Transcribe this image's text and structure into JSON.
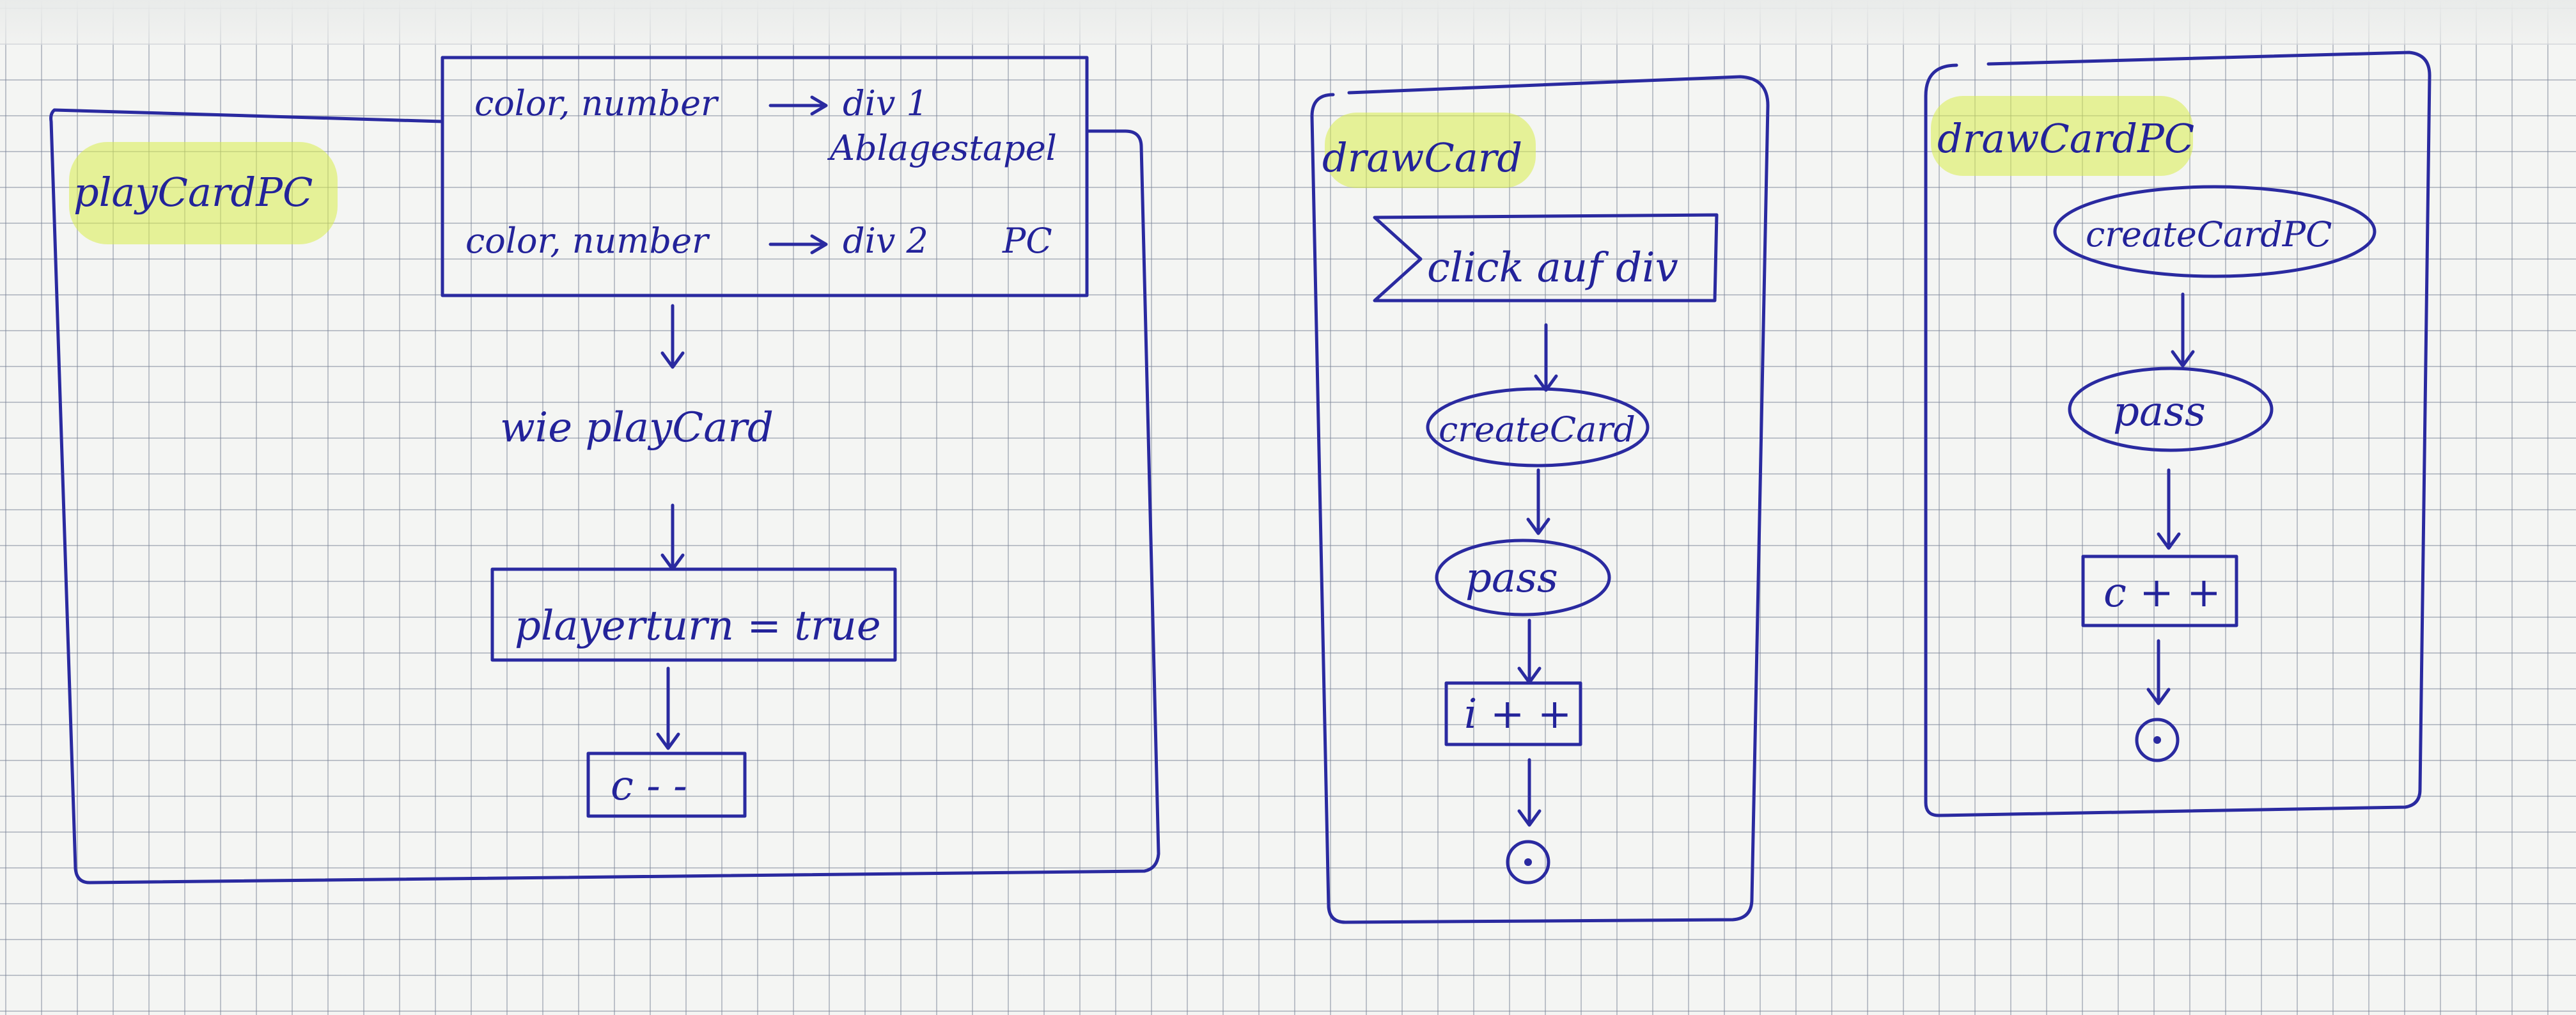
{
  "diagrams": {
    "playCardPC": {
      "title": "playCardPC",
      "assign_1_left": "color, number",
      "assign_1_right": "div 1",
      "assign_1_sub": "Ablagestapel",
      "assign_2_left": "color, number",
      "assign_2_right": "div 2",
      "assign_2_sub": "PC",
      "step_1": "wie playCard",
      "step_2": "playerturn = true",
      "step_3": "c - -"
    },
    "drawCard": {
      "title": "drawCard",
      "event": "click auf div",
      "step_1": "createCard",
      "step_2": "pass",
      "step_3": "i + +"
    },
    "drawCardPC": {
      "title": "drawCardPC",
      "step_1": "createCardPC",
      "step_2": "pass",
      "step_3": "c + +"
    }
  },
  "colors": {
    "ink": "#2a2aa0",
    "highlighter": "#d8ec4a",
    "grid": "#78809a"
  }
}
